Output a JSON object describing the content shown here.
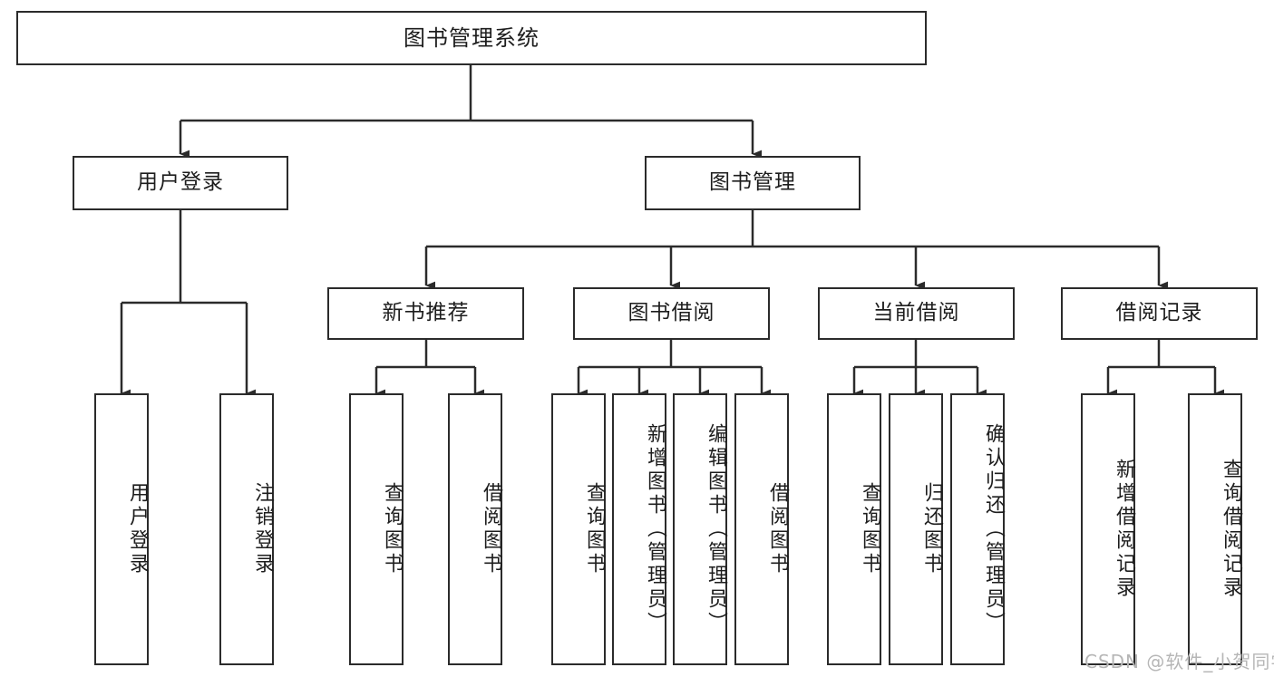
{
  "diagram": {
    "title": "图书管理系统",
    "type": "tree-structure-chart",
    "watermark": "CSDN @软件_小贺同学",
    "colors": {
      "stroke": "#2b2b2b",
      "fill": "#ffffff",
      "text": "#1d1d1d",
      "watermark": "#b6b6b6"
    },
    "root": {
      "label": "图书管理系统"
    },
    "level2": [
      {
        "label": "用户登录"
      },
      {
        "label": "图书管理"
      }
    ],
    "level3": [
      {
        "label": "新书推荐"
      },
      {
        "label": "图书借阅"
      },
      {
        "label": "当前借阅"
      },
      {
        "label": "借阅记录"
      }
    ],
    "leaves": {
      "user_login": [
        {
          "label": "用户登录"
        },
        {
          "label": "注销登录"
        }
      ],
      "new_book": [
        {
          "label": "查询图书"
        },
        {
          "label": "借阅图书"
        }
      ],
      "book_borrow": [
        {
          "label": "查询图书"
        },
        {
          "label": "新增图书（管理员）"
        },
        {
          "label": "编辑图书（管理员）"
        },
        {
          "label": "借阅图书"
        }
      ],
      "current_borrow": [
        {
          "label": "查询图书"
        },
        {
          "label": "归还图书"
        },
        {
          "label": "确认归还（管理员）"
        }
      ],
      "borrow_record": [
        {
          "label": "新增借阅记录"
        },
        {
          "label": "查询借阅记录"
        }
      ]
    }
  }
}
